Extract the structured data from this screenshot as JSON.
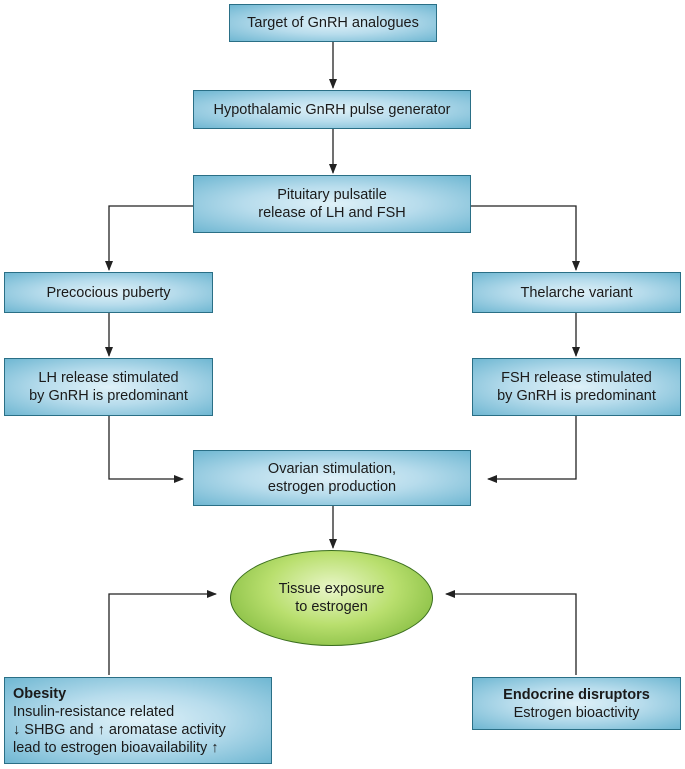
{
  "nodes": {
    "target": "Target of GnRH analogues",
    "pulse_generator": "Hypothalamic GnRH pulse generator",
    "pituitary": [
      "Pituitary pulsatile",
      "release of LH and FSH"
    ],
    "precocious": "Precocious puberty",
    "thelarche": "Thelarche variant",
    "lh_release": [
      "LH release stimulated",
      "by GnRH is predominant"
    ],
    "fsh_release": [
      "FSH release stimulated",
      "by GnRH is predominant"
    ],
    "ovarian": [
      "Ovarian stimulation,",
      "estrogen production"
    ],
    "tissue": [
      "Tissue exposure",
      "to estrogen"
    ],
    "obesity": {
      "title": "Obesity",
      "lines": [
        "Insulin-resistance related",
        "↓ SHBG and ↑ aromatase activity",
        "lead to estrogen bioavailability ↑"
      ]
    },
    "endocrine": {
      "title": "Endocrine disruptors",
      "line": "Estrogen bioactivity"
    }
  },
  "colors": {
    "box_border": "#2a6f86",
    "oval_border": "#3a6e1e",
    "arrow": "#222222"
  }
}
